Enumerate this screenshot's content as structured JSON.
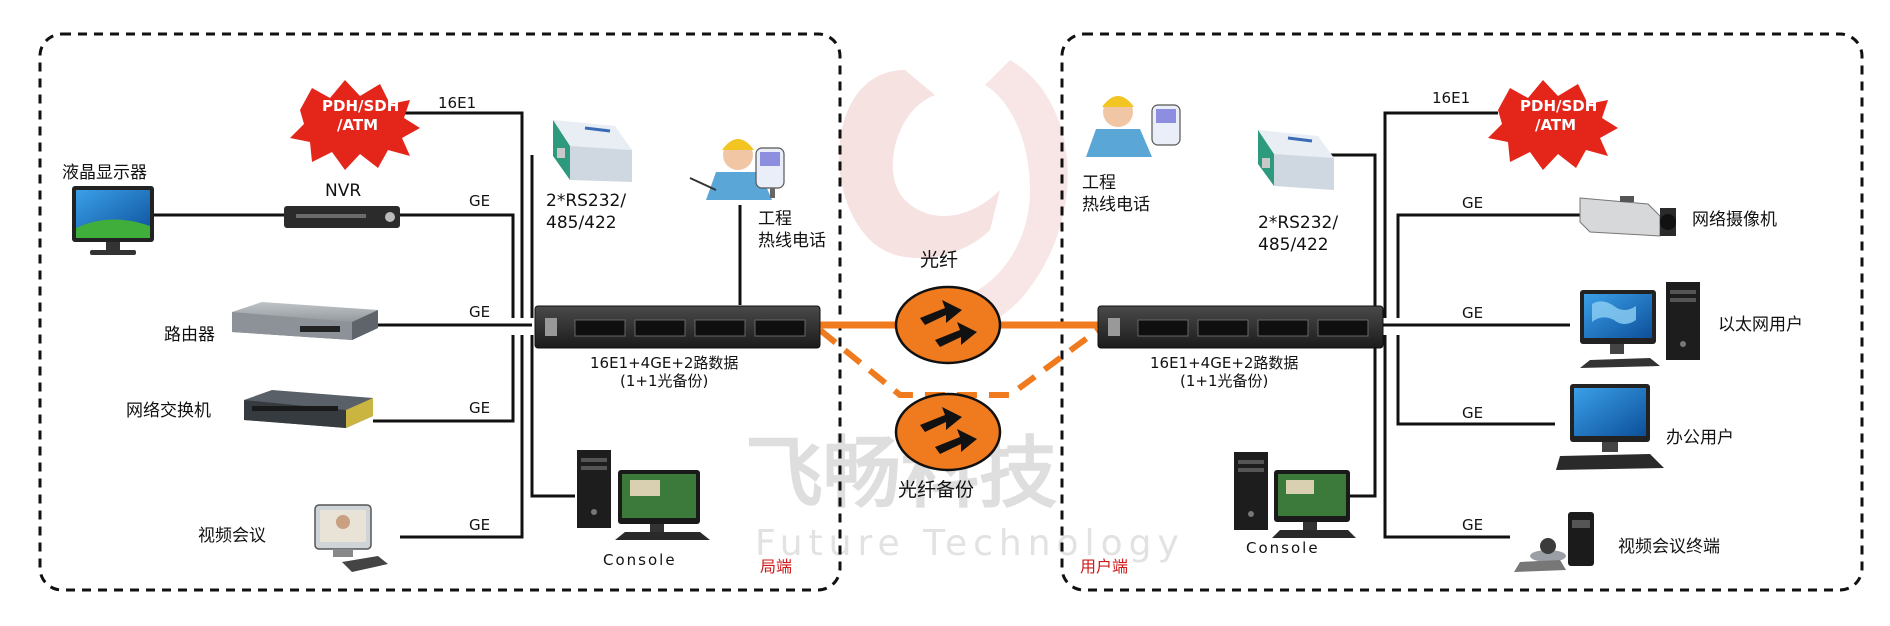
{
  "watermark": {
    "brand_cn": "飞畅科技",
    "brand_en": "Future Technology"
  },
  "left": {
    "zone_label": "局端",
    "sdh_label": [
      "PDH/SDH",
      "/ATM"
    ],
    "link_16e1": "16E1",
    "monitor_label": "液晶显示器",
    "nvr_label": "NVR",
    "serial_label": [
      "2*RS232/",
      "485/422"
    ],
    "phone_label": [
      "工程",
      "热线电话"
    ],
    "router_label": "路由器",
    "switch_label": "网络交换机",
    "video_label": "视频会议",
    "mux_label": [
      "16E1+4GE+2路数据",
      "(1+1光备份)"
    ],
    "console_label": "Console",
    "ge": [
      "GE",
      "GE",
      "GE",
      "GE"
    ]
  },
  "center": {
    "fiber_label": "光纤",
    "fiber_backup_label": "光纤备份"
  },
  "right": {
    "zone_label": "用户端",
    "sdh_label": [
      "PDH/SDH",
      "/ATM"
    ],
    "link_16e1": "16E1",
    "phone_label": [
      "工程",
      "热线电话"
    ],
    "serial_label": [
      "2*RS232/",
      "485/422"
    ],
    "camera_label": "网络摄像机",
    "ethernet_user_label": "以太网用户",
    "office_user_label": "办公用户",
    "video_terminal_label": "视频会议终端",
    "mux_label": [
      "16E1+4GE+2路数据",
      "(1+1光备份)"
    ],
    "console_label": "Console",
    "ge": [
      "GE",
      "GE",
      "GE",
      "GE"
    ]
  },
  "colors": {
    "fiber": "#f07a1e",
    "sdh_burst": "#e4251a",
    "zone_label": "#d11a1a"
  }
}
